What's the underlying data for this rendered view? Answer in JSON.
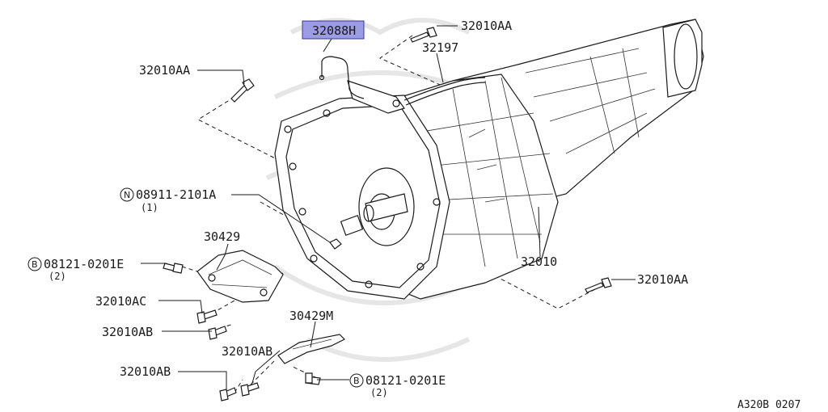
{
  "diagram": {
    "highlighted_part": "32088H",
    "parts": {
      "p32088H": "32088H",
      "p32010AA_top": "32010AA",
      "p32197": "32197",
      "p32010AA_left": "32010AA",
      "p08911": "08911-2101A",
      "p08911_qty": "(1)",
      "p30429": "30429",
      "p08121_a": "08121-0201E",
      "p08121_a_qty": "(2)",
      "p32010AC": "32010AC",
      "p32010AB_a": "32010AB",
      "p30429M": "30429M",
      "p32010AB_b": "32010AB",
      "p32010AB_c": "32010AB",
      "p08121_b": "08121-0201E",
      "p08121_b_qty": "(2)",
      "p32010": "32010",
      "p32010AA_right": "32010AA"
    },
    "symbols": {
      "nut": "N",
      "bolt": "B"
    },
    "reference_code": "A320B 0207",
    "colors": {
      "highlight": "#9b9be6",
      "line": "#1a1a1a",
      "watermark": "#e6e6e6"
    }
  }
}
